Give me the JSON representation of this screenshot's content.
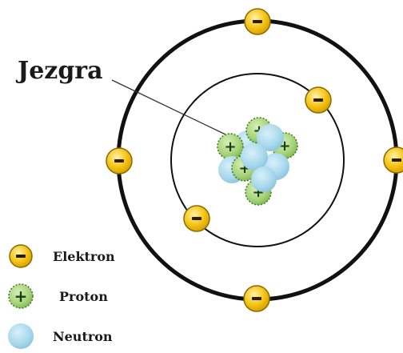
{
  "diagram": {
    "nucleus_label": "Jezgra",
    "legend": [
      {
        "key": "electron",
        "label": "Elektron",
        "symbol": "−"
      },
      {
        "key": "proton",
        "label": "Proton",
        "symbol": "+"
      },
      {
        "key": "neutron",
        "label": "Neutron",
        "symbol": ""
      }
    ],
    "colors": {
      "electron_fill": "#f5c518",
      "electron_stroke": "#8a6a00",
      "electron_inner": "#ffe680",
      "proton_fill": "#a7d37a",
      "proton_stroke": "#3f7a2a",
      "neutron_fill": "#a9d8ec",
      "neutron_stroke": "#8ec6dd",
      "orbit": "#111111"
    },
    "shells": [
      {
        "name": "inner",
        "electron_count": 2
      },
      {
        "name": "outer",
        "electron_count": 4
      }
    ]
  }
}
